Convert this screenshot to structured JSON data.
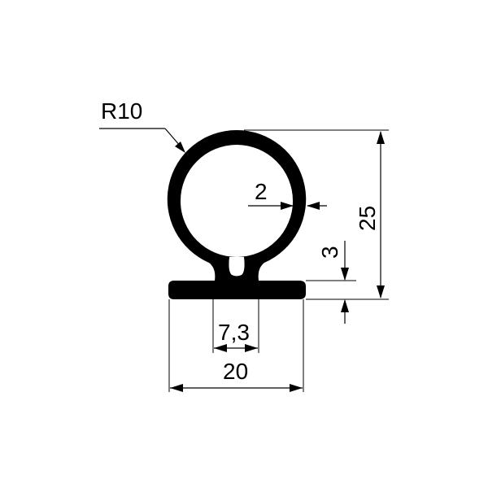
{
  "drawing": {
    "profile_name": "",
    "dimensions": {
      "radius": "R10",
      "wall_thickness": "2",
      "total_height": "25",
      "base_thickness": "3",
      "neck_width": "7,3",
      "base_width": "20"
    },
    "colors": {
      "ink": "#000000",
      "background": "#ffffff"
    }
  }
}
